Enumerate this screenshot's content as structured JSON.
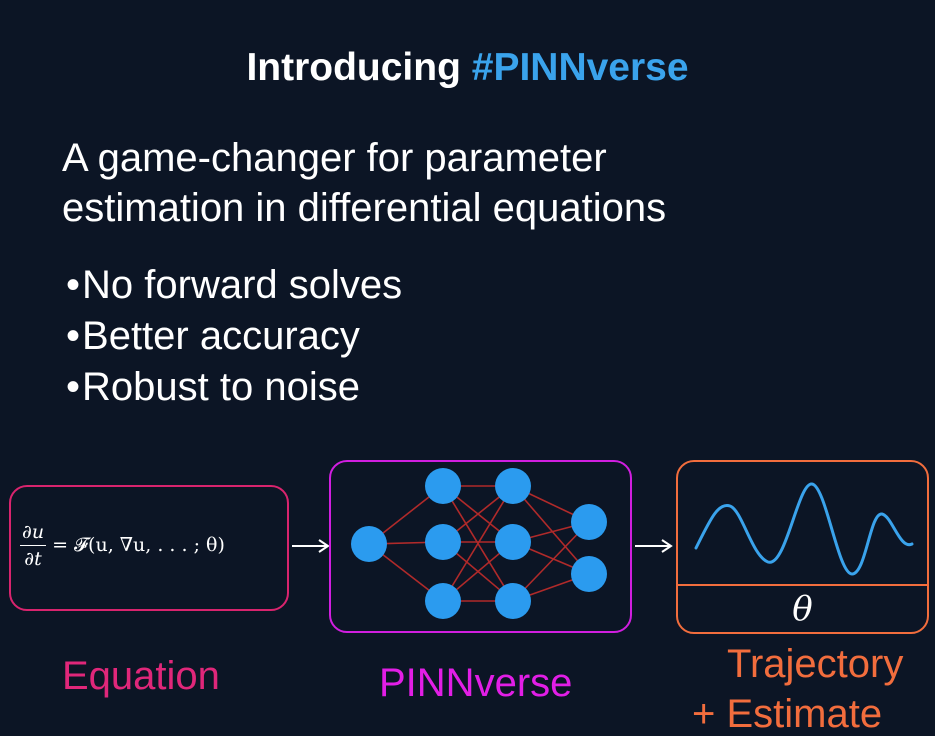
{
  "title": {
    "prefix": "Introducing",
    "highlight": "#PINNverse"
  },
  "subtitle": {
    "line1": "A game-changer for parameter",
    "line2": "estimation in differential equations"
  },
  "bullets": [
    {
      "marker": "•",
      "text": "No forward solves"
    },
    {
      "marker": "•",
      "text": "Better accuracy"
    },
    {
      "marker": "•",
      "text": "Robust to noise"
    }
  ],
  "equation": {
    "numerator": "∂u",
    "denominator": "∂t",
    "rhs": "= 𝓕(u, ∇u, . . . ; θ)"
  },
  "trajectory_box": {
    "parameter_symbol": "θ"
  },
  "labels": {
    "equation": "Equation",
    "network": "PINNverse",
    "output_line1": "Trajectory",
    "output_line2": "+ Estimate"
  },
  "colors": {
    "background": "#0c1525",
    "highlight_blue": "#3aa3ec",
    "equation_pink": "#d9246e",
    "network_magenta": "#d11ee0",
    "output_orange": "#f26d3d",
    "edge_red": "#b02a2a",
    "node_blue": "#2b9bef"
  },
  "network": {
    "layers": [
      1,
      3,
      3,
      2
    ]
  }
}
